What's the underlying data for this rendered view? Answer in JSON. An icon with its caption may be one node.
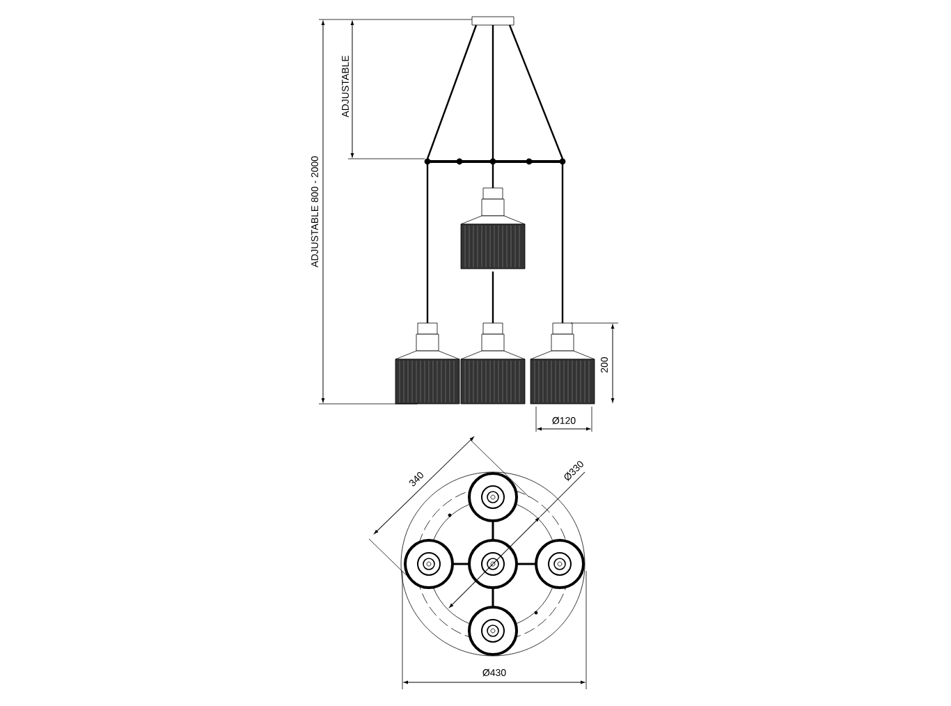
{
  "diagram": {
    "labels": [
      "ADJUSTABLE 800 - 2000",
      "ADJUSTABLE",
      "200",
      "Ø120",
      "340",
      "Ø330",
      "Ø430"
    ]
  }
}
